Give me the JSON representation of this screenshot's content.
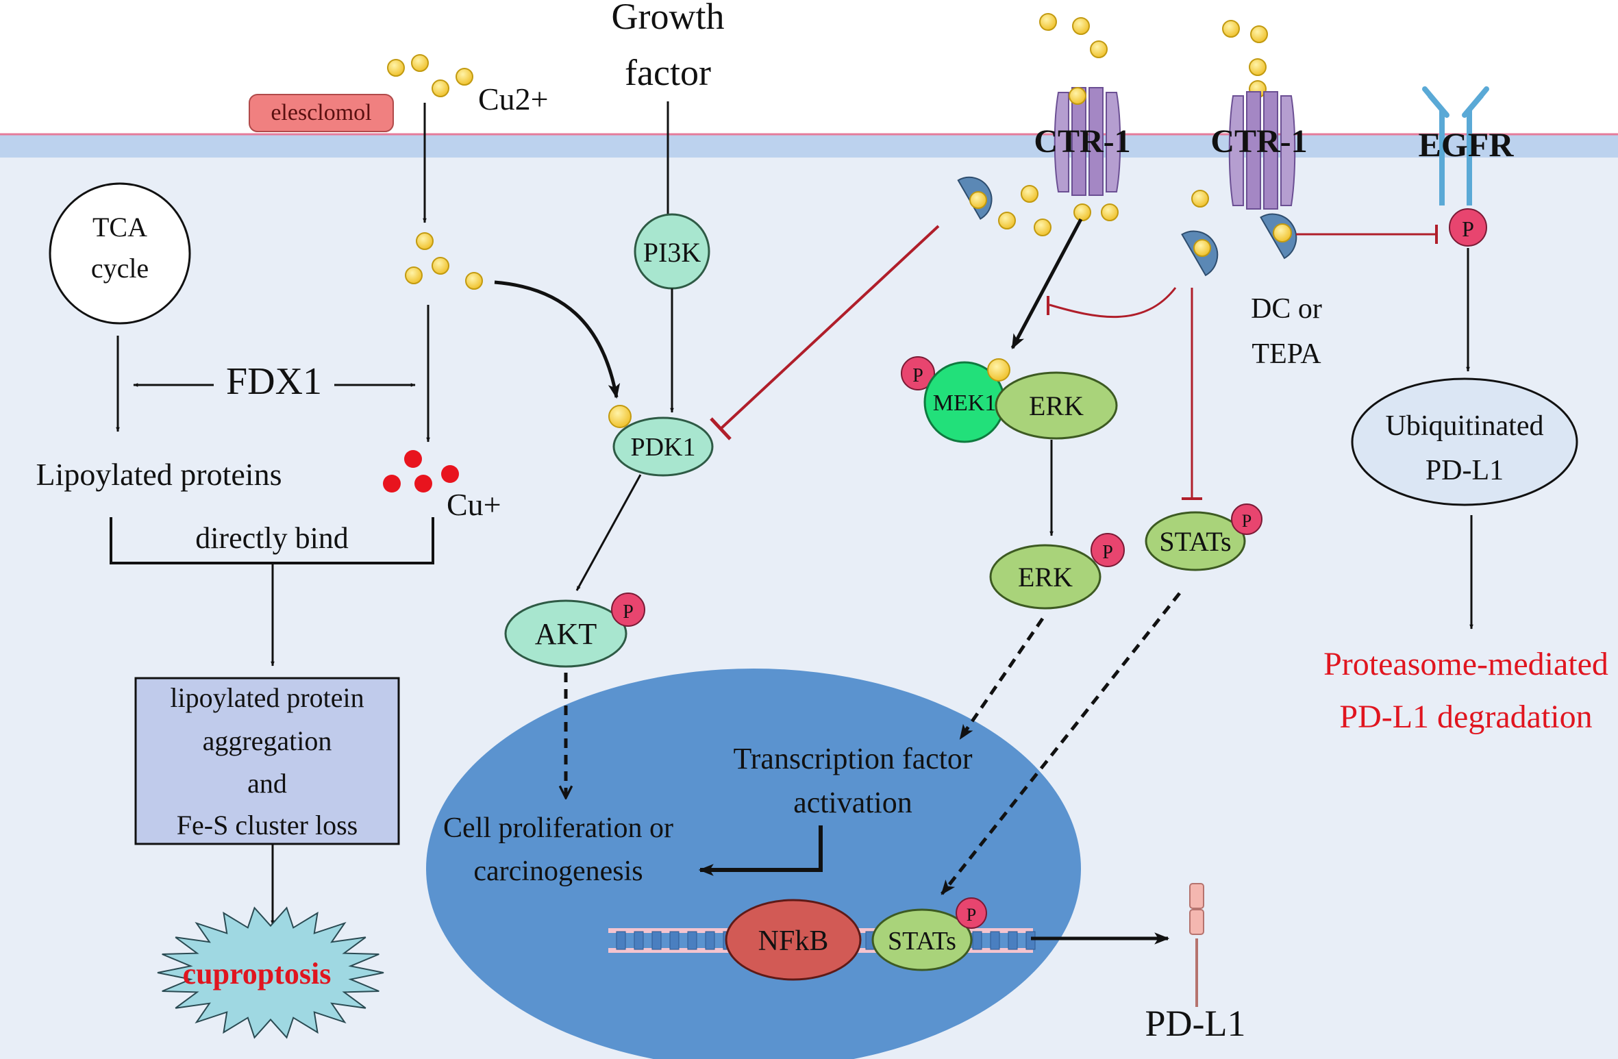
{
  "colors": {
    "background_top": "#ffffff",
    "cytoplasm": "#e8eef7",
    "membrane_band": "#bcd2ee",
    "membrane_line": "#e57b9a",
    "nucleus": "#5b93cf",
    "copper_ion": "#f5d04a",
    "cuprous_ion": "#e8141e",
    "enzyme_node": "#a8e6cf",
    "mapk_node": "#a9d37a",
    "mek1_node": "#22e07a",
    "nfkb_node": "#d25a55",
    "phospho": "#e8456f",
    "inhibition": "#b01e2a",
    "red_text": "#e0151f",
    "chelator": "#5b88b5",
    "box_fill": "#c0cbeb",
    "ubiquitin_fill": "#dbe6f4",
    "elesclomol_fill": "#f08080"
  },
  "labels": {
    "elesclomol": "elesclomol",
    "cu2": "Cu2+",
    "growth_factor_line1": "Growth",
    "growth_factor_line2": "factor",
    "ctr1_left": "CTR-1",
    "ctr1_right": "CTR-1",
    "egfr": "EGFR",
    "tca_line1": "TCA",
    "tca_line2": "cycle",
    "fdx1": "FDX1",
    "lipoylated_proteins": "Lipoylated proteins",
    "cu_plus": "Cu+",
    "directly_bind": "directly bind",
    "aggregation_line1": "lipoylated protein",
    "aggregation_line2": "aggregation",
    "aggregation_line3": "and",
    "aggregation_line4": "Fe-S cluster loss",
    "cuproptosis": "cuproptosis",
    "pi3k": "PI3K",
    "pdk1": "PDK1",
    "akt": "AKT",
    "phospho": "P",
    "mek1": "MEK1",
    "erk_top": "ERK",
    "erk_bottom": "ERK",
    "stats_top": "STATs",
    "stats_bottom": "STATs",
    "dc_tepa_line1": "DC or",
    "dc_tepa_line2": "TEPA",
    "ubiquitinated_line1": "Ubiquitinated",
    "ubiquitinated_line2": "PD-L1",
    "degradation_line1": "Proteasome-mediated",
    "degradation_line2": "PD-L1 degradation",
    "transcription_line1": "Transcription factor",
    "transcription_line2": "activation",
    "proliferation_line1": "Cell proliferation or",
    "proliferation_line2": "carcinogenesis",
    "nfkb": "NFkB",
    "pdl1": "PD-L1"
  }
}
